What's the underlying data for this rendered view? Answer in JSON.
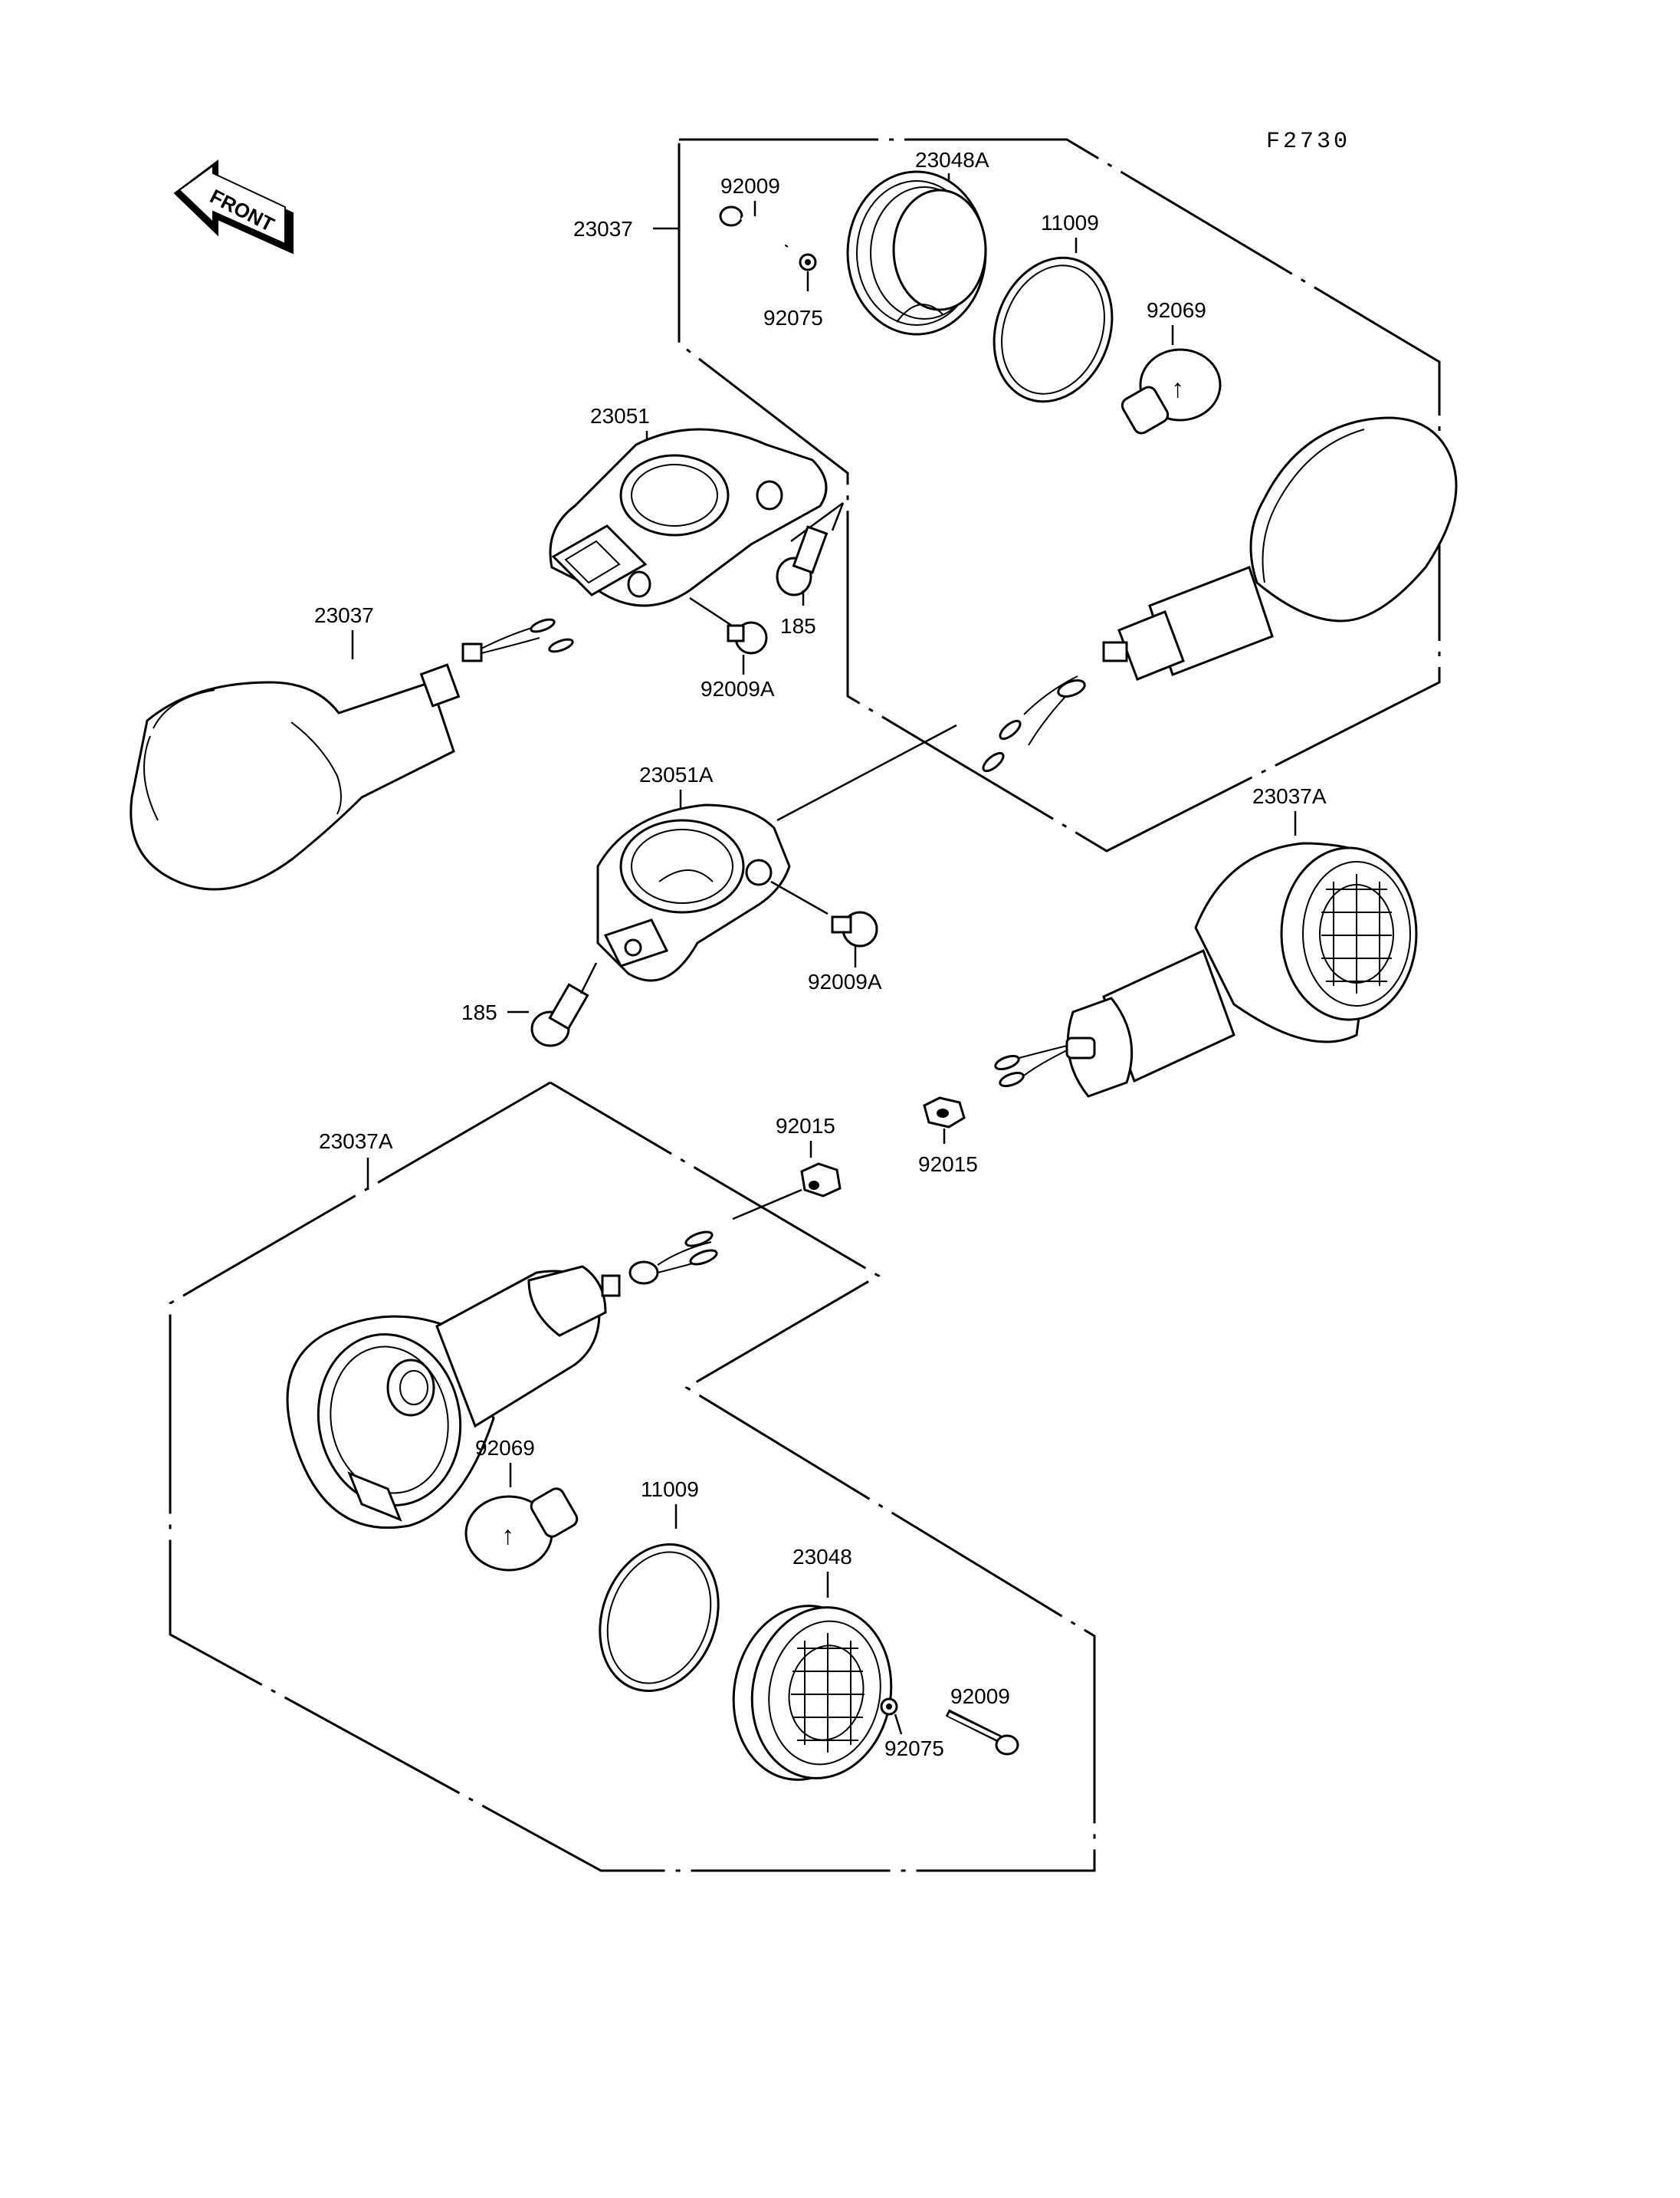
{
  "figure_code": "F2730",
  "front_label": "FRONT",
  "labels": {
    "top_23037": "23037",
    "top_92009": "92009",
    "top_23048A": "23048A",
    "top_92075": "92075",
    "top_11009": "11009",
    "top_92069": "92069",
    "mid_23051": "23051",
    "mid_185": "185",
    "mid_92009A": "92009A",
    "left_23037": "23037",
    "mid_23051A": "23051A",
    "mid_92009A_2": "92009A",
    "mid_185_2": "185",
    "right_23037A": "23037A",
    "bot_23037A": "23037A",
    "bot_92015": "92015",
    "right_92015": "92015",
    "bot_92069": "92069",
    "bot_11009": "11009",
    "bot_23048": "23048",
    "bot_92009": "92009",
    "bot_92075": "92075"
  }
}
